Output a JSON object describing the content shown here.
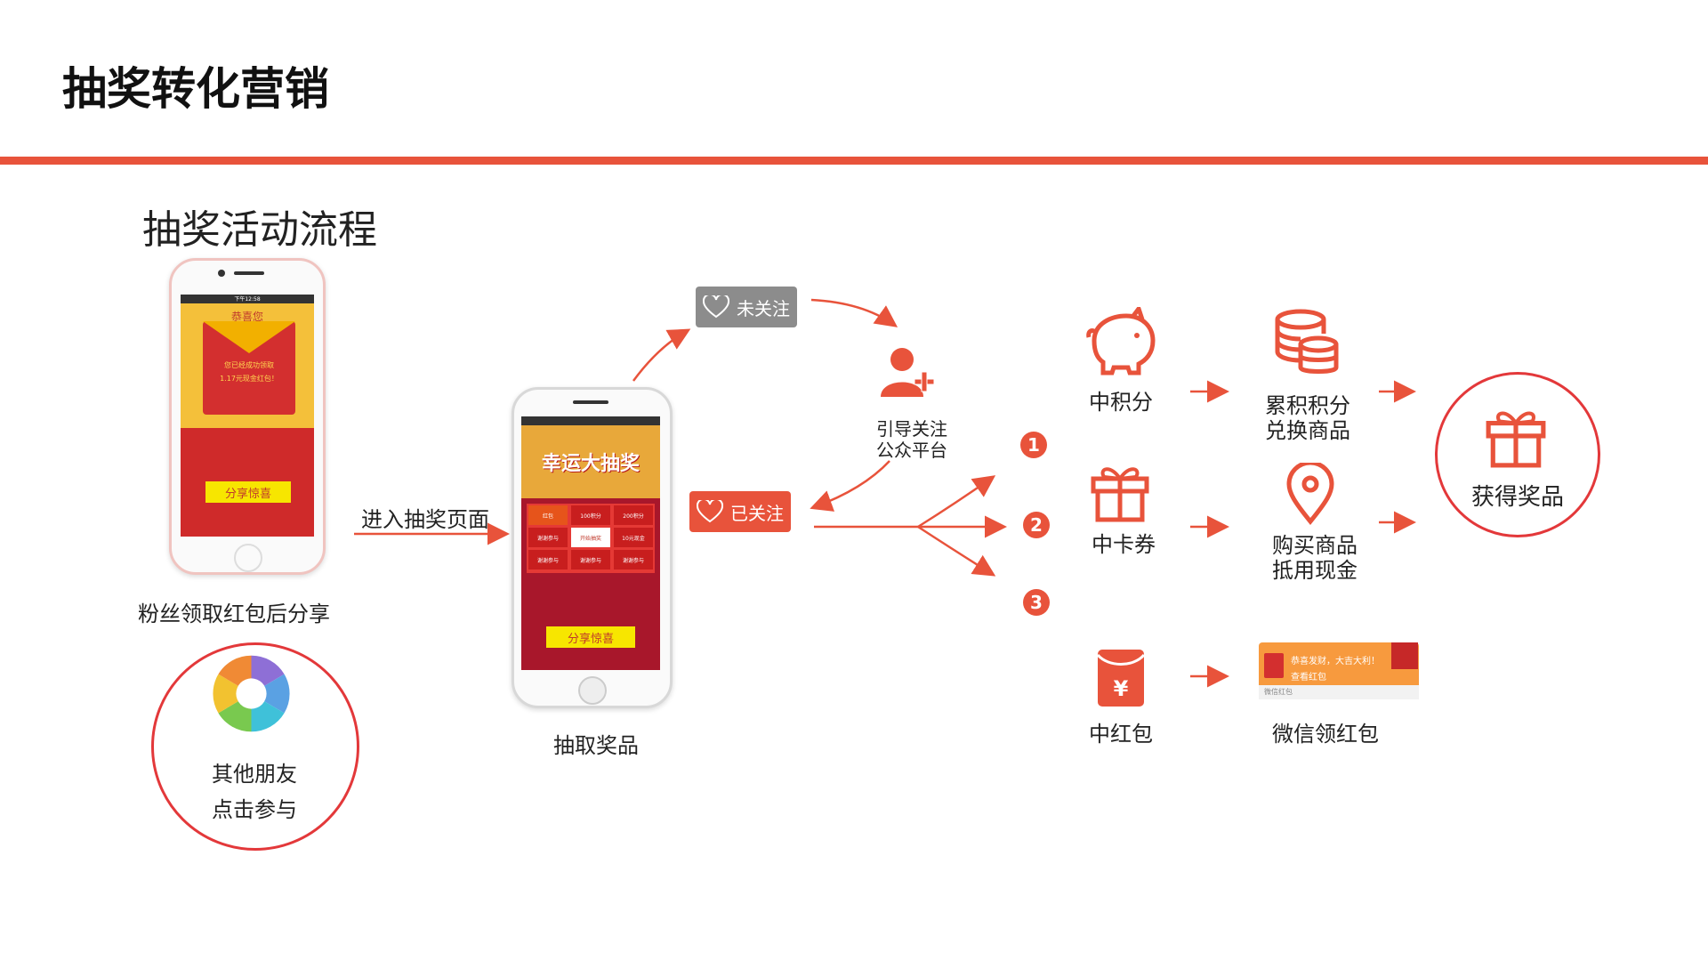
{
  "title": "抽奖转化营销",
  "subtitle": "抽奖活动流程",
  "phone1": {
    "status": "下午12:58",
    "header": "恭喜您",
    "line1": "您已经成功领取",
    "line2": "1.17元现金红包！",
    "button": "分享惊喜"
  },
  "phone2": {
    "banner": "幸运大抽奖",
    "grid": [
      "红包",
      "100积分",
      "200积分",
      "谢谢参与",
      "开始抽奖",
      "10元现金",
      "谢谢参与",
      "谢谢参与",
      "谢谢参与"
    ],
    "button": "分享惊喜"
  },
  "labels": {
    "share": "粉丝领取红包后分享",
    "friends_1": "其他朋友",
    "friends_2": "点击参与",
    "enter": "进入抽奖页面",
    "draw": "抽取奖品",
    "not_followed": "未关注",
    "followed": "已关注",
    "guide_1": "引导关注",
    "guide_2": "公众平台",
    "opt1": "1",
    "opt2": "2",
    "opt3": "3",
    "points": "中积分",
    "card": "中卡券",
    "redpack": "中红包",
    "points_result_1": "累积积分",
    "points_result_2": "兑换商品",
    "card_result_1": "购买商品",
    "card_result_2": "抵用现金",
    "redpack_result": "微信领红包",
    "wechat_msg_1": "恭喜发财，大吉大利！",
    "wechat_msg_2": "查看红包",
    "wechat_footer": "微信红包",
    "prize": "获得奖品"
  },
  "colors": {
    "accent": "#e8533b",
    "circle": "#e3383a",
    "grey_tag": "#8c8c8c"
  },
  "icons": [
    "piggy-bank-icon",
    "coin-stack-icon",
    "gift-icon",
    "location-pin-icon",
    "red-envelope-icon",
    "user-add-icon",
    "heart-icon",
    "aperture-icon"
  ]
}
